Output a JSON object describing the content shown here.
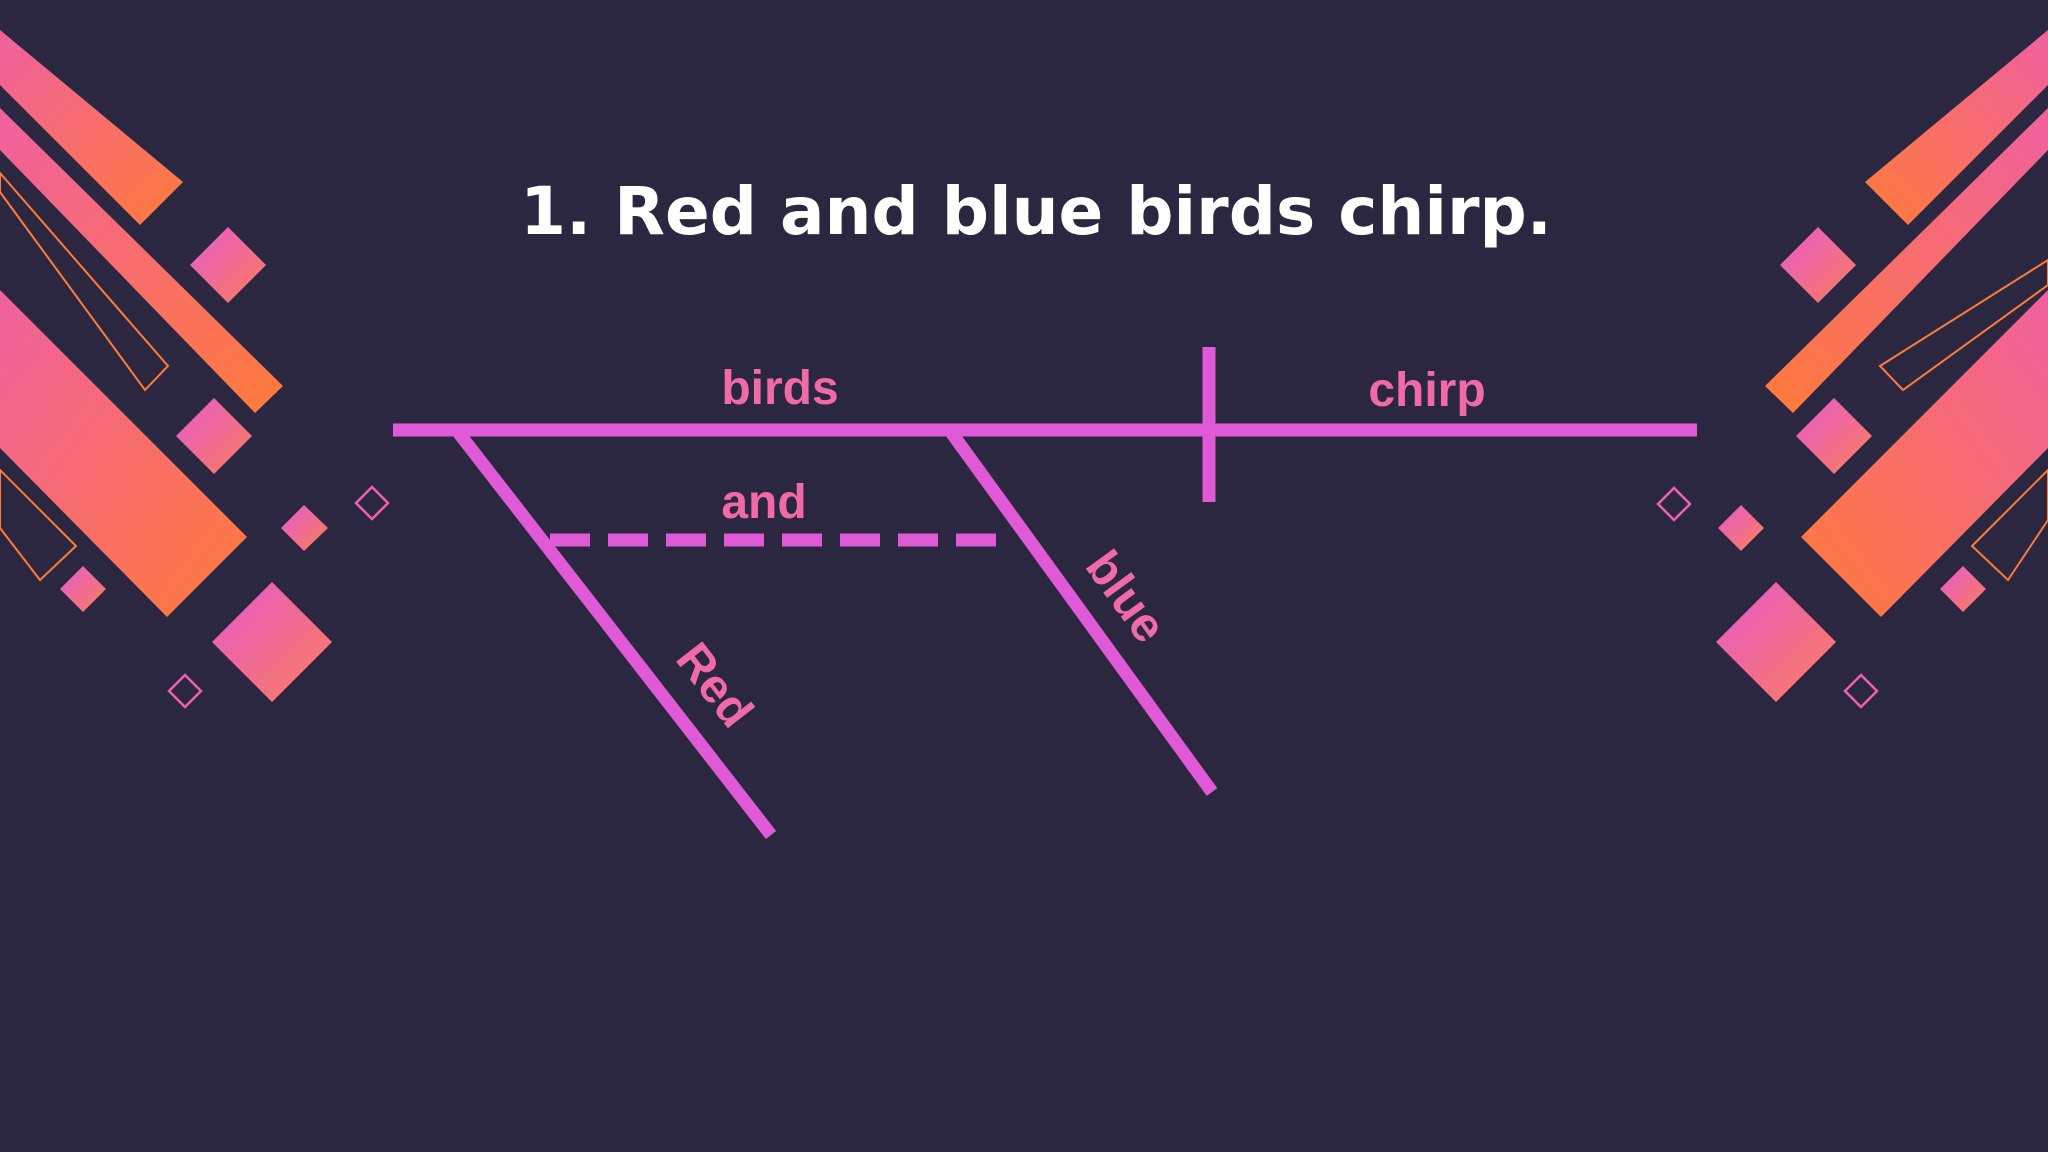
{
  "slide": {
    "title": "1. Red and blue birds chirp."
  },
  "diagram": {
    "subject": "birds",
    "predicate": "chirp",
    "conjunction": "and",
    "modifier_left": "Red",
    "modifier_right": "blue"
  },
  "colors": {
    "background": "#2c2740",
    "diagram_line": "#e05ad8",
    "diagram_text": "#f06aa8",
    "title_text": "#ffffff",
    "accent_orange": "#ff7a3d",
    "accent_pink": "#ee5fb0"
  }
}
